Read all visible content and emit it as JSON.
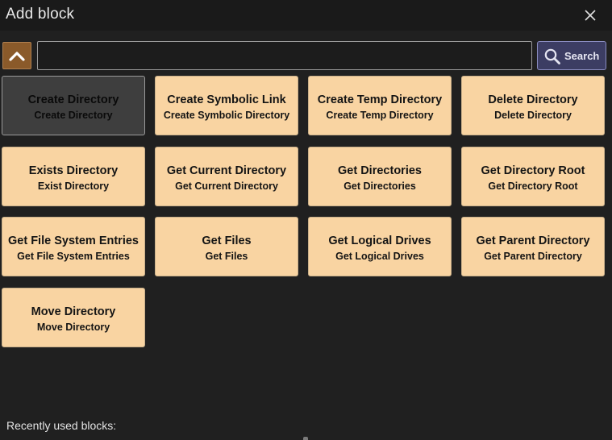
{
  "window": {
    "title": "Add block"
  },
  "toolbar": {
    "up_icon": "chevron-up-icon",
    "search_value": "",
    "search_placeholder": "",
    "search_label": "Search",
    "search_icon": "magnifier-icon"
  },
  "blocks": [
    {
      "name": "Create Directory",
      "sub": "Create Directory",
      "selected": true
    },
    {
      "name": "Create Symbolic Link",
      "sub": "Create Symbolic Directory",
      "selected": false
    },
    {
      "name": "Create Temp Directory",
      "sub": "Create Temp Directory",
      "selected": false
    },
    {
      "name": "Delete Directory",
      "sub": "Delete Directory",
      "selected": false
    },
    {
      "name": "Exists Directory",
      "sub": "Exist Directory",
      "selected": false
    },
    {
      "name": "Get Current Directory",
      "sub": "Get Current Directory",
      "selected": false
    },
    {
      "name": "Get Directories",
      "sub": "Get Directories",
      "selected": false
    },
    {
      "name": "Get Directory Root",
      "sub": "Get Directory Root",
      "selected": false
    },
    {
      "name": "Get File System Entries",
      "sub": "Get File System Entries",
      "selected": false
    },
    {
      "name": "Get Files",
      "sub": "Get Files",
      "selected": false
    },
    {
      "name": "Get Logical Drives",
      "sub": "Get Logical Drives",
      "selected": false
    },
    {
      "name": "Get Parent Directory",
      "sub": "Get Parent Directory",
      "selected": false
    },
    {
      "name": "Move Directory",
      "sub": "Move Directory",
      "selected": false
    }
  ],
  "footer": {
    "recent_label": "Recently used blocks:"
  },
  "colors": {
    "background": "#202020",
    "block": "#f9d4a2",
    "block_selected": "#3e3e3e",
    "up_button": "#8a5a2a",
    "search_button": "#3c3d63"
  }
}
